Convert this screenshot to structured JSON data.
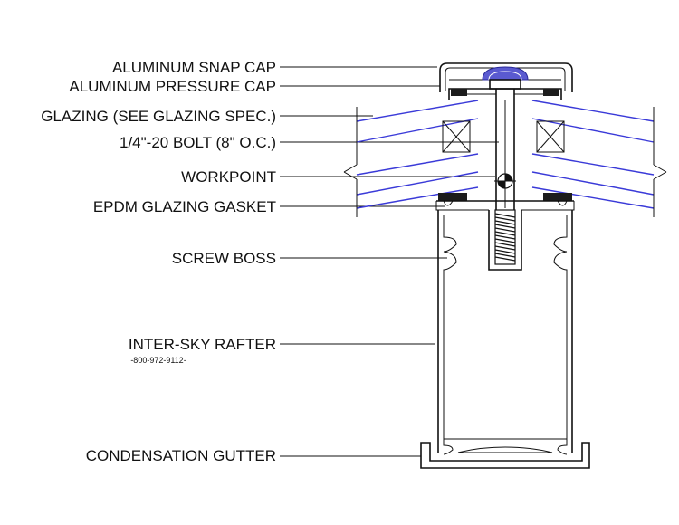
{
  "labels": {
    "snap_cap": "ALUMINUM SNAP CAP",
    "pressure_cap": "ALUMINUM PRESSURE CAP",
    "glazing": "GLAZING (SEE GLAZING SPEC.)",
    "bolt": "1/4\"-20 BOLT (8\" O.C.)",
    "workpoint": "WORKPOINT",
    "gasket": "EPDM GLAZING GASKET",
    "screw_boss": "SCREW BOSS",
    "rafter": "INTER-SKY RAFTER",
    "phone": "-800-972-9112-",
    "gutter": "CONDENSATION GUTTER"
  },
  "colors": {
    "line": "#111111",
    "glazing": "#3a3ad8",
    "gasket": "#1c1c1c",
    "seal": "#5a5ad0"
  }
}
